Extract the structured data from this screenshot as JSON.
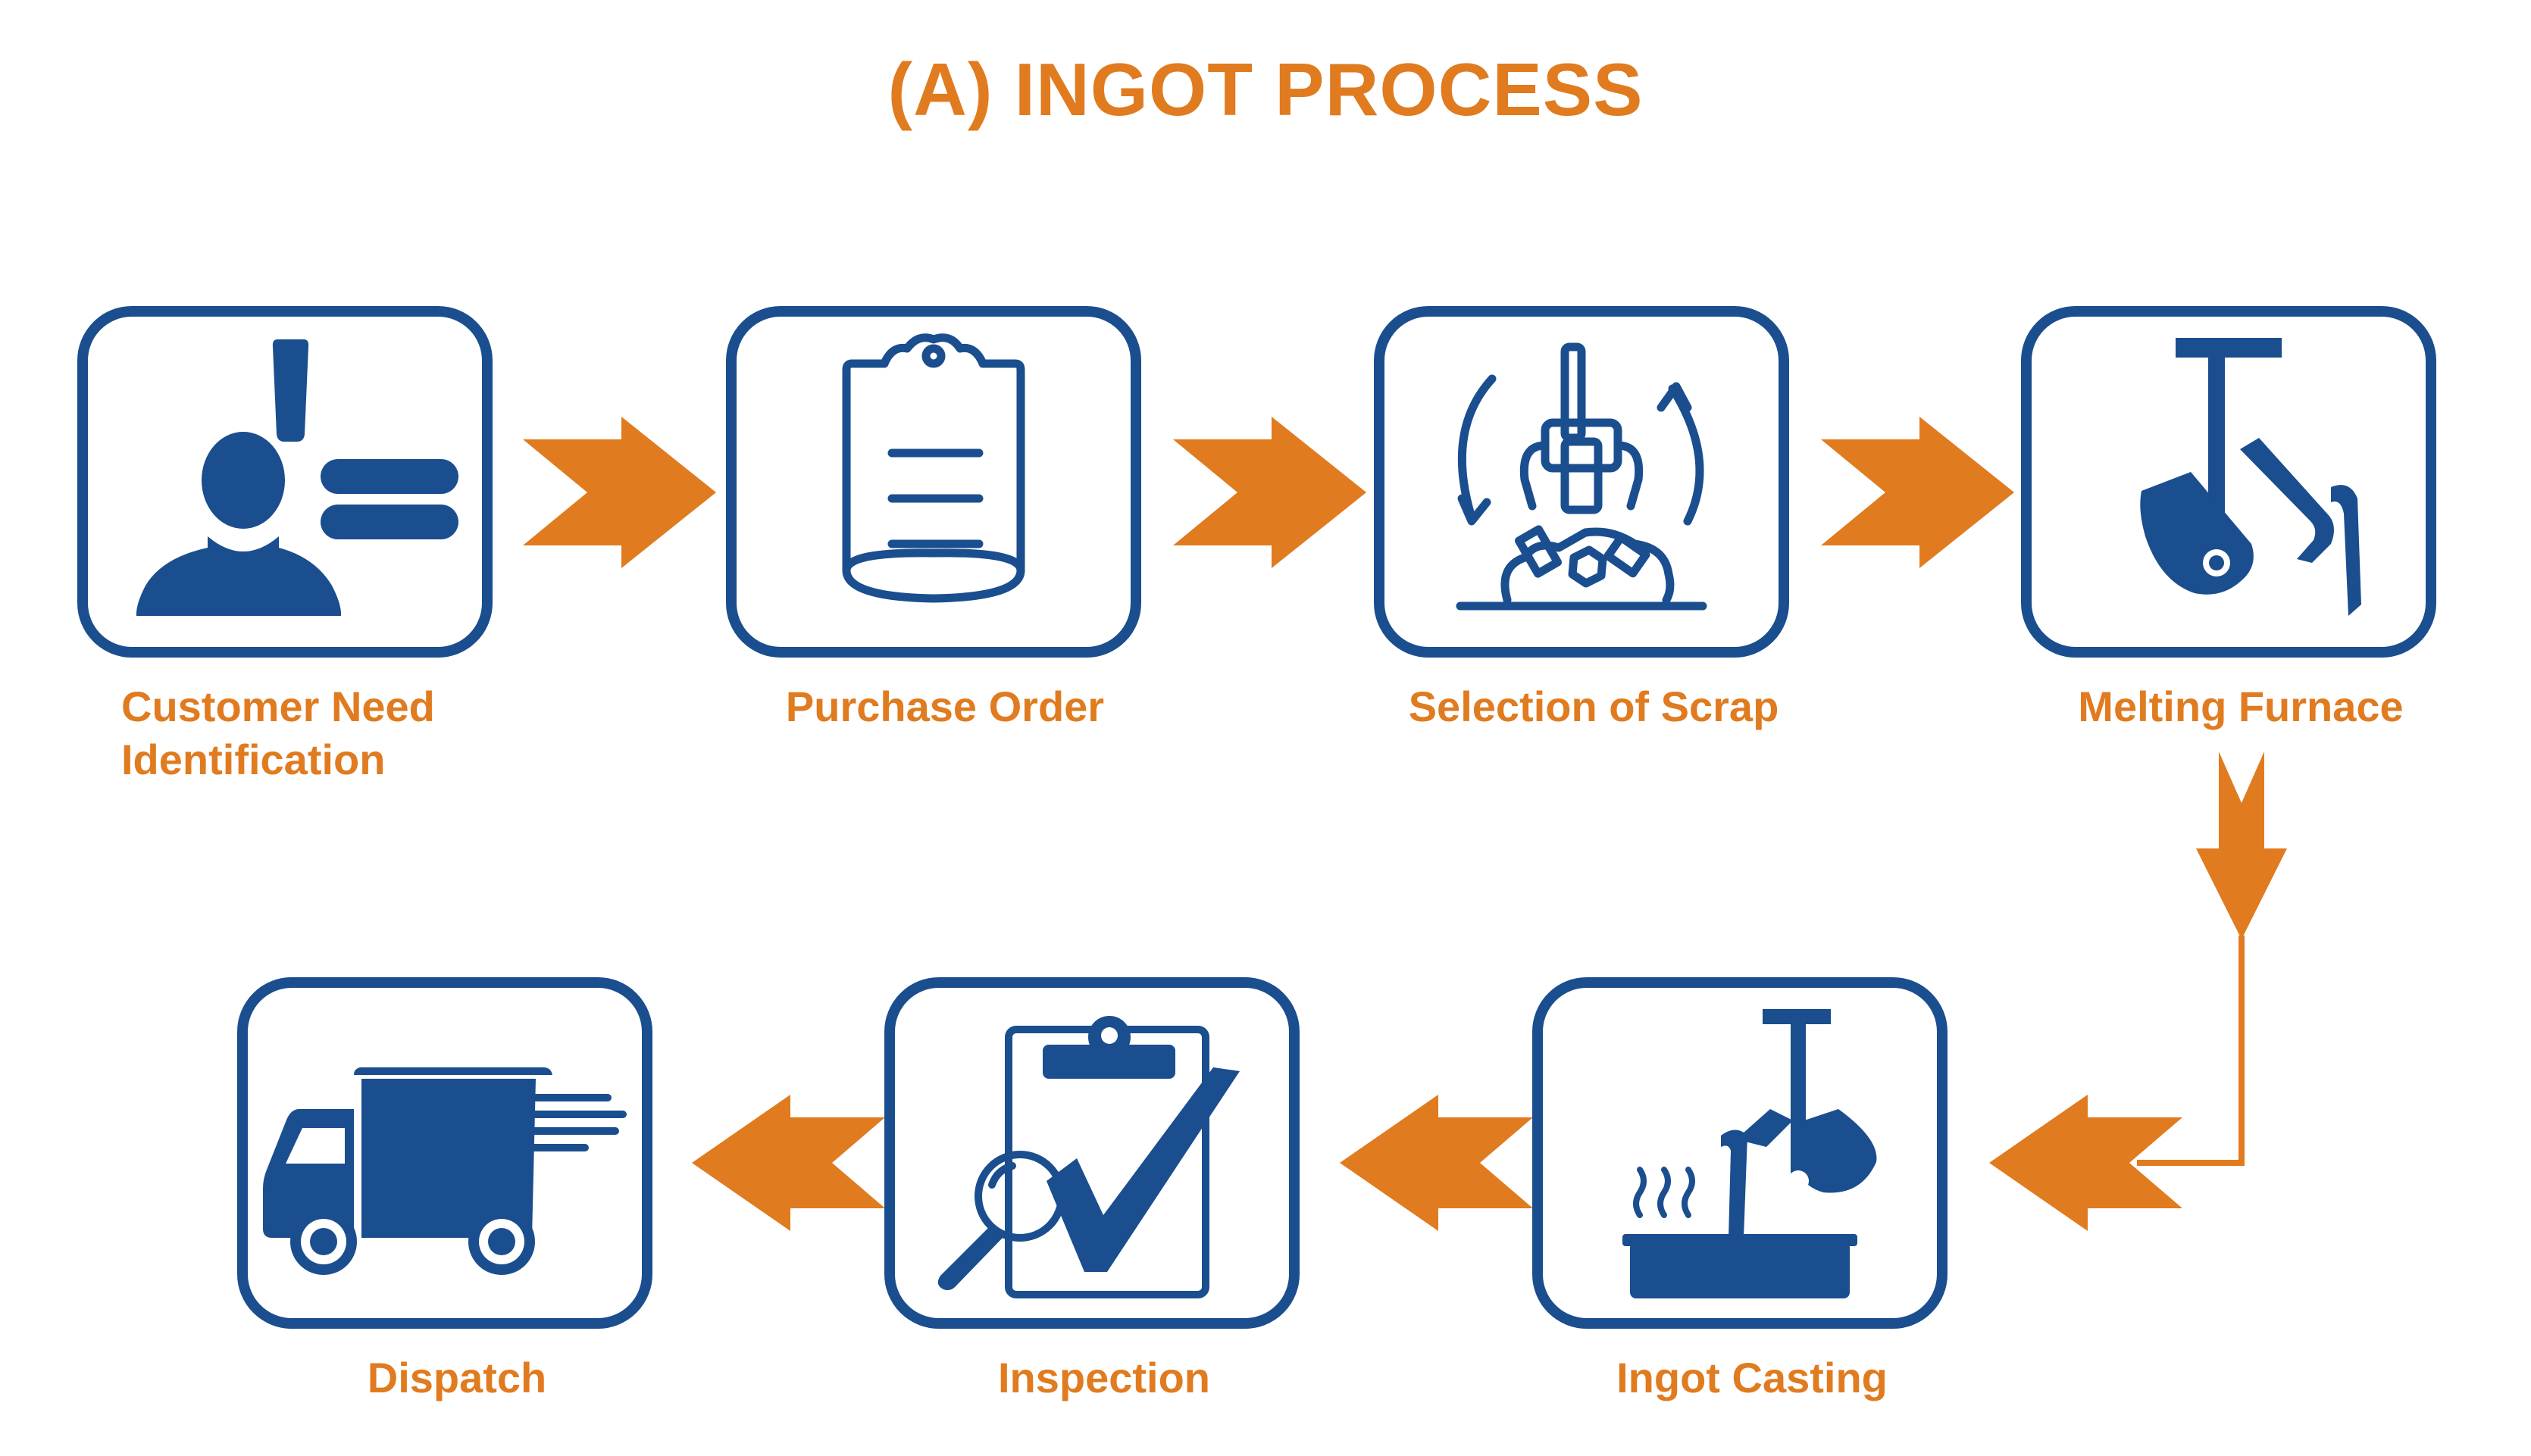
{
  "title": "(A) INGOT PROCESS",
  "colors": {
    "accent": "#E07B1F",
    "primary": "#1A4E8E",
    "background": "#FFFFFF"
  },
  "steps": [
    {
      "label": "Customer Need",
      "label2": "Identification",
      "icon": "person-exclamation-equals-icon"
    },
    {
      "label": "Purchase Order",
      "icon": "clipboard-icon"
    },
    {
      "label": "Selection of Scrap",
      "icon": "scrap-grabber-icon"
    },
    {
      "label": "Melting Furnace",
      "icon": "furnace-ladle-icon"
    },
    {
      "label": "Ingot Casting",
      "icon": "ladle-pouring-mold-icon"
    },
    {
      "label": "Inspection",
      "icon": "checklist-magnifier-icon"
    },
    {
      "label": "Dispatch",
      "icon": "delivery-truck-icon"
    }
  ]
}
